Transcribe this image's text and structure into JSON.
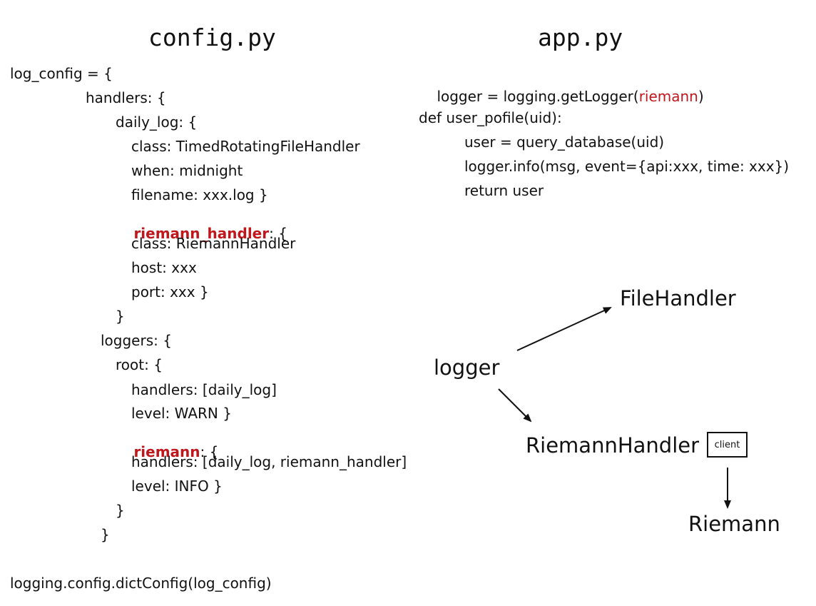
{
  "titles": {
    "config": "config.py",
    "app": "app.py"
  },
  "config_code": {
    "l01": "log_config = {",
    "l02": "handlers: {",
    "l03": "daily_log: {",
    "l04": "class: TimedRotatingFileHandler",
    "l05": "when: midnight",
    "l06": "filename: xxx.log }",
    "l07_key": "riemann_handler",
    "l07_rest": ": {",
    "l08": "class: RiemannHandler",
    "l09": "host: xxx",
    "l10": "port: xxx }",
    "l11": "}",
    "l12": "loggers: {",
    "l13": "root: {",
    "l14": "handlers: [daily_log]",
    "l15": "level: WARN }",
    "l16_key": "riemann",
    "l16_rest": ": {",
    "l17": "handlers: [daily_log, riemann_handler]",
    "l18": "level: INFO }",
    "l19": "}",
    "l20": "}",
    "footer": "logging.config.dictConfig(log_config)"
  },
  "app_code": {
    "l01_pre": "logger = logging.getLogger(",
    "l01_arg": "riemann",
    "l01_post": ")",
    "l02": "def user_pofile(uid):",
    "l03": "user = query_database(uid)",
    "l04": "logger.info(msg, event={api:xxx, time: xxx})",
    "l05": "return user"
  },
  "diagram": {
    "logger": "logger",
    "file_handler": "FileHandler",
    "riemann_handler": "RiemannHandler",
    "client": "client",
    "riemann": "Riemann"
  },
  "colors": {
    "accent_red": "#c0171d",
    "text": "#111111"
  }
}
